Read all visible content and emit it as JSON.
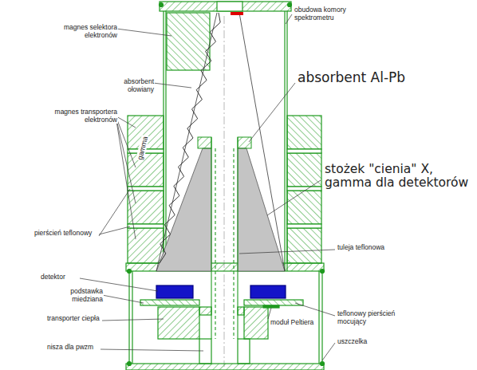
{
  "diagram": {
    "labels": [
      "magnes selektora elektronów",
      "obudowa komory spektrometru",
      "absorbent ołowiany",
      "absorbent Al-Pb",
      "magnes transportera elektronów",
      "gamma",
      "stożek \"cienia\" X, gamma dla detektorów",
      "pierścień teflonowy",
      "tuleja teflonowa",
      "detektor",
      "podstawka miedziana",
      "transporter ciepła",
      "moduł Peltiera",
      "teflonowy pierścień mocujący",
      "nisza dla pwzm",
      "uszczelka"
    ]
  }
}
